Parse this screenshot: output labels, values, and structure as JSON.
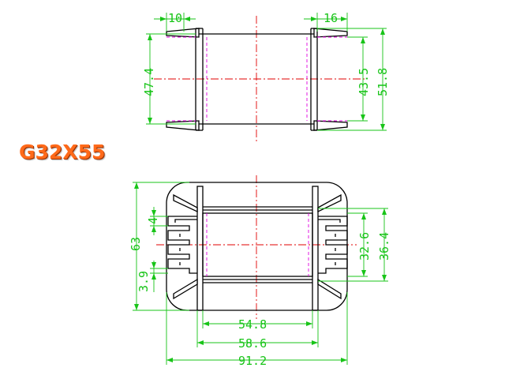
{
  "model": {
    "label": "G32X55",
    "color": "#ff6a1a"
  },
  "colors": {
    "outline": "#000000",
    "center_line": "#e00000",
    "hidden_line": "#e000e0",
    "dimension": "#18c418"
  },
  "top_view": {
    "dims": {
      "flange_left": "10",
      "flange_right": "16",
      "height_outer": "47.4",
      "height_inner": "43.5",
      "height_total": "51.8"
    }
  },
  "front_view": {
    "dims": {
      "height_total": "63",
      "pin_gap": "4",
      "pin_offset": "3.9",
      "window_height": "32.6",
      "window_height_outer": "36.4",
      "width_inner": "54.8",
      "width_mid": "58.6",
      "width_total": "91.2"
    }
  }
}
